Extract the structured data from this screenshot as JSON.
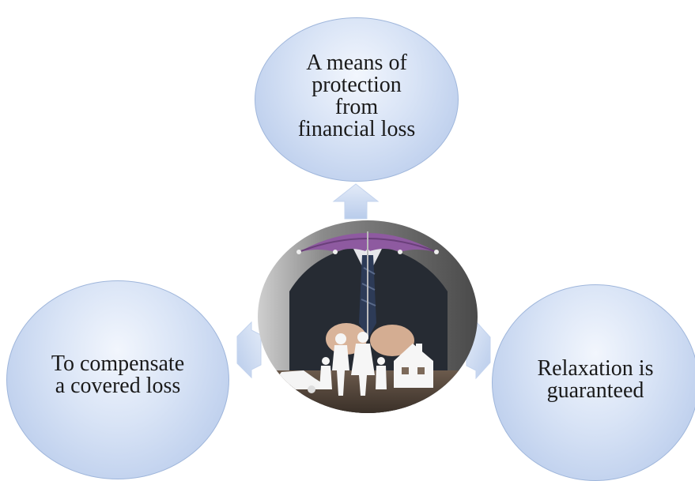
{
  "diagram": {
    "nodes": [
      {
        "id": "top",
        "text": "A means of\nprotection\nfrom\nfinancial loss"
      },
      {
        "id": "left",
        "text": "To compensate\na covered loss"
      },
      {
        "id": "right",
        "text": "Relaxation is\nguaranteed"
      }
    ],
    "center_image": "umbrella-family-house-photo",
    "colors": {
      "bubble_fill": "#d9e4f6",
      "bubble_edge": "#9fb6db",
      "arrow_fill": "#c9d8f0",
      "umbrella": "#8e5aa0"
    }
  }
}
